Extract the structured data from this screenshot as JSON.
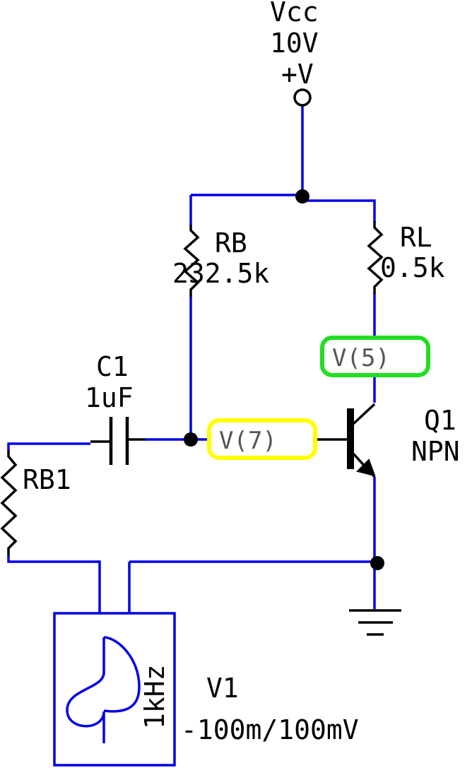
{
  "vcc": {
    "name": "Vcc",
    "value": "10V",
    "symbol": "+V"
  },
  "rb": {
    "name": "RB",
    "value": "232.5k"
  },
  "rl": {
    "name": "RL",
    "value": "0.5k"
  },
  "c1": {
    "name": "C1",
    "value": "1uF"
  },
  "rb1": {
    "name": "RB1"
  },
  "q1": {
    "name": "Q1",
    "type": "NPN"
  },
  "v1": {
    "name": "V1",
    "freq": "1kHz",
    "amplitude": "-100m/100mV"
  },
  "probes": [
    {
      "label": "V(5)",
      "color": "#22dd22"
    },
    {
      "label": "V(7)",
      "color": "#ffff00"
    }
  ],
  "colors": {
    "wire": "#0000e6",
    "component": "#000000",
    "source": "#0000e6"
  }
}
